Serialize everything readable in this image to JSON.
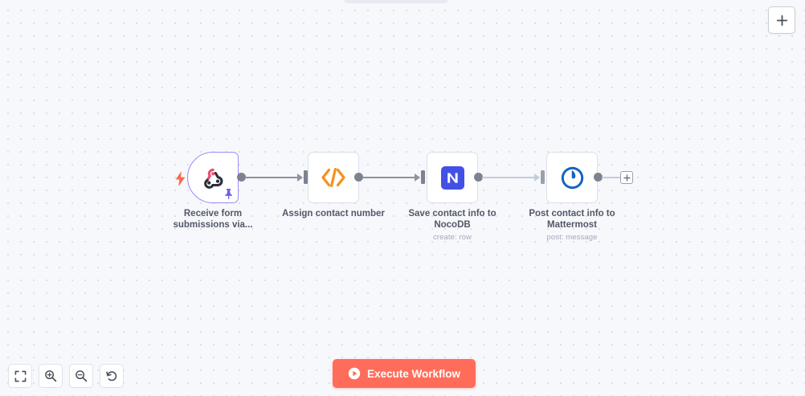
{
  "app": {
    "name": "n8n-workflow-canvas",
    "background_color": "#f7f8fb",
    "accent_color": "#ff6d5a"
  },
  "canvas": {
    "add_panel_label": "+",
    "tail_plus_label": "+"
  },
  "nodes": [
    {
      "id": "form-trigger",
      "label": "Receive form",
      "label_line2": "submissions via...",
      "subtitle": "",
      "icon": "webhook-icon",
      "type": "trigger",
      "pinned": true,
      "border_color": "#9b8afb"
    },
    {
      "id": "code-node",
      "label": "Assign contact number",
      "label_line2": "",
      "subtitle": "",
      "icon": "code-icon",
      "type": "regular",
      "pinned": false,
      "icon_color": "#f5911e"
    },
    {
      "id": "nocodb-node",
      "label": "Save contact info to",
      "label_line2": "NocoDB",
      "subtitle": "create: row",
      "icon": "nocodb-icon",
      "type": "regular",
      "pinned": false,
      "icon_color": "#4350e6"
    },
    {
      "id": "mattermost-node",
      "label": "Post contact info to",
      "label_line2": "Mattermost",
      "subtitle": "post: message",
      "icon": "mattermost-icon",
      "type": "regular",
      "pinned": false,
      "icon_color": "#1462c4"
    }
  ],
  "connections": [
    {
      "from": "form-trigger",
      "to": "code-node",
      "state": "active"
    },
    {
      "from": "code-node",
      "to": "nocodb-node",
      "state": "active"
    },
    {
      "from": "nocodb-node",
      "to": "mattermost-node",
      "state": "faded"
    }
  ],
  "toolbar": {
    "buttons": [
      {
        "id": "fit-view",
        "icon": "fit-to-view-icon",
        "label": ""
      },
      {
        "id": "zoom-in",
        "icon": "zoom-in-icon",
        "label": ""
      },
      {
        "id": "zoom-out",
        "icon": "zoom-out-icon",
        "label": ""
      },
      {
        "id": "reset-zoom",
        "icon": "reset-zoom-icon",
        "label": ""
      }
    ]
  },
  "execute": {
    "label": "Execute Workflow",
    "icon": "play-icon"
  }
}
